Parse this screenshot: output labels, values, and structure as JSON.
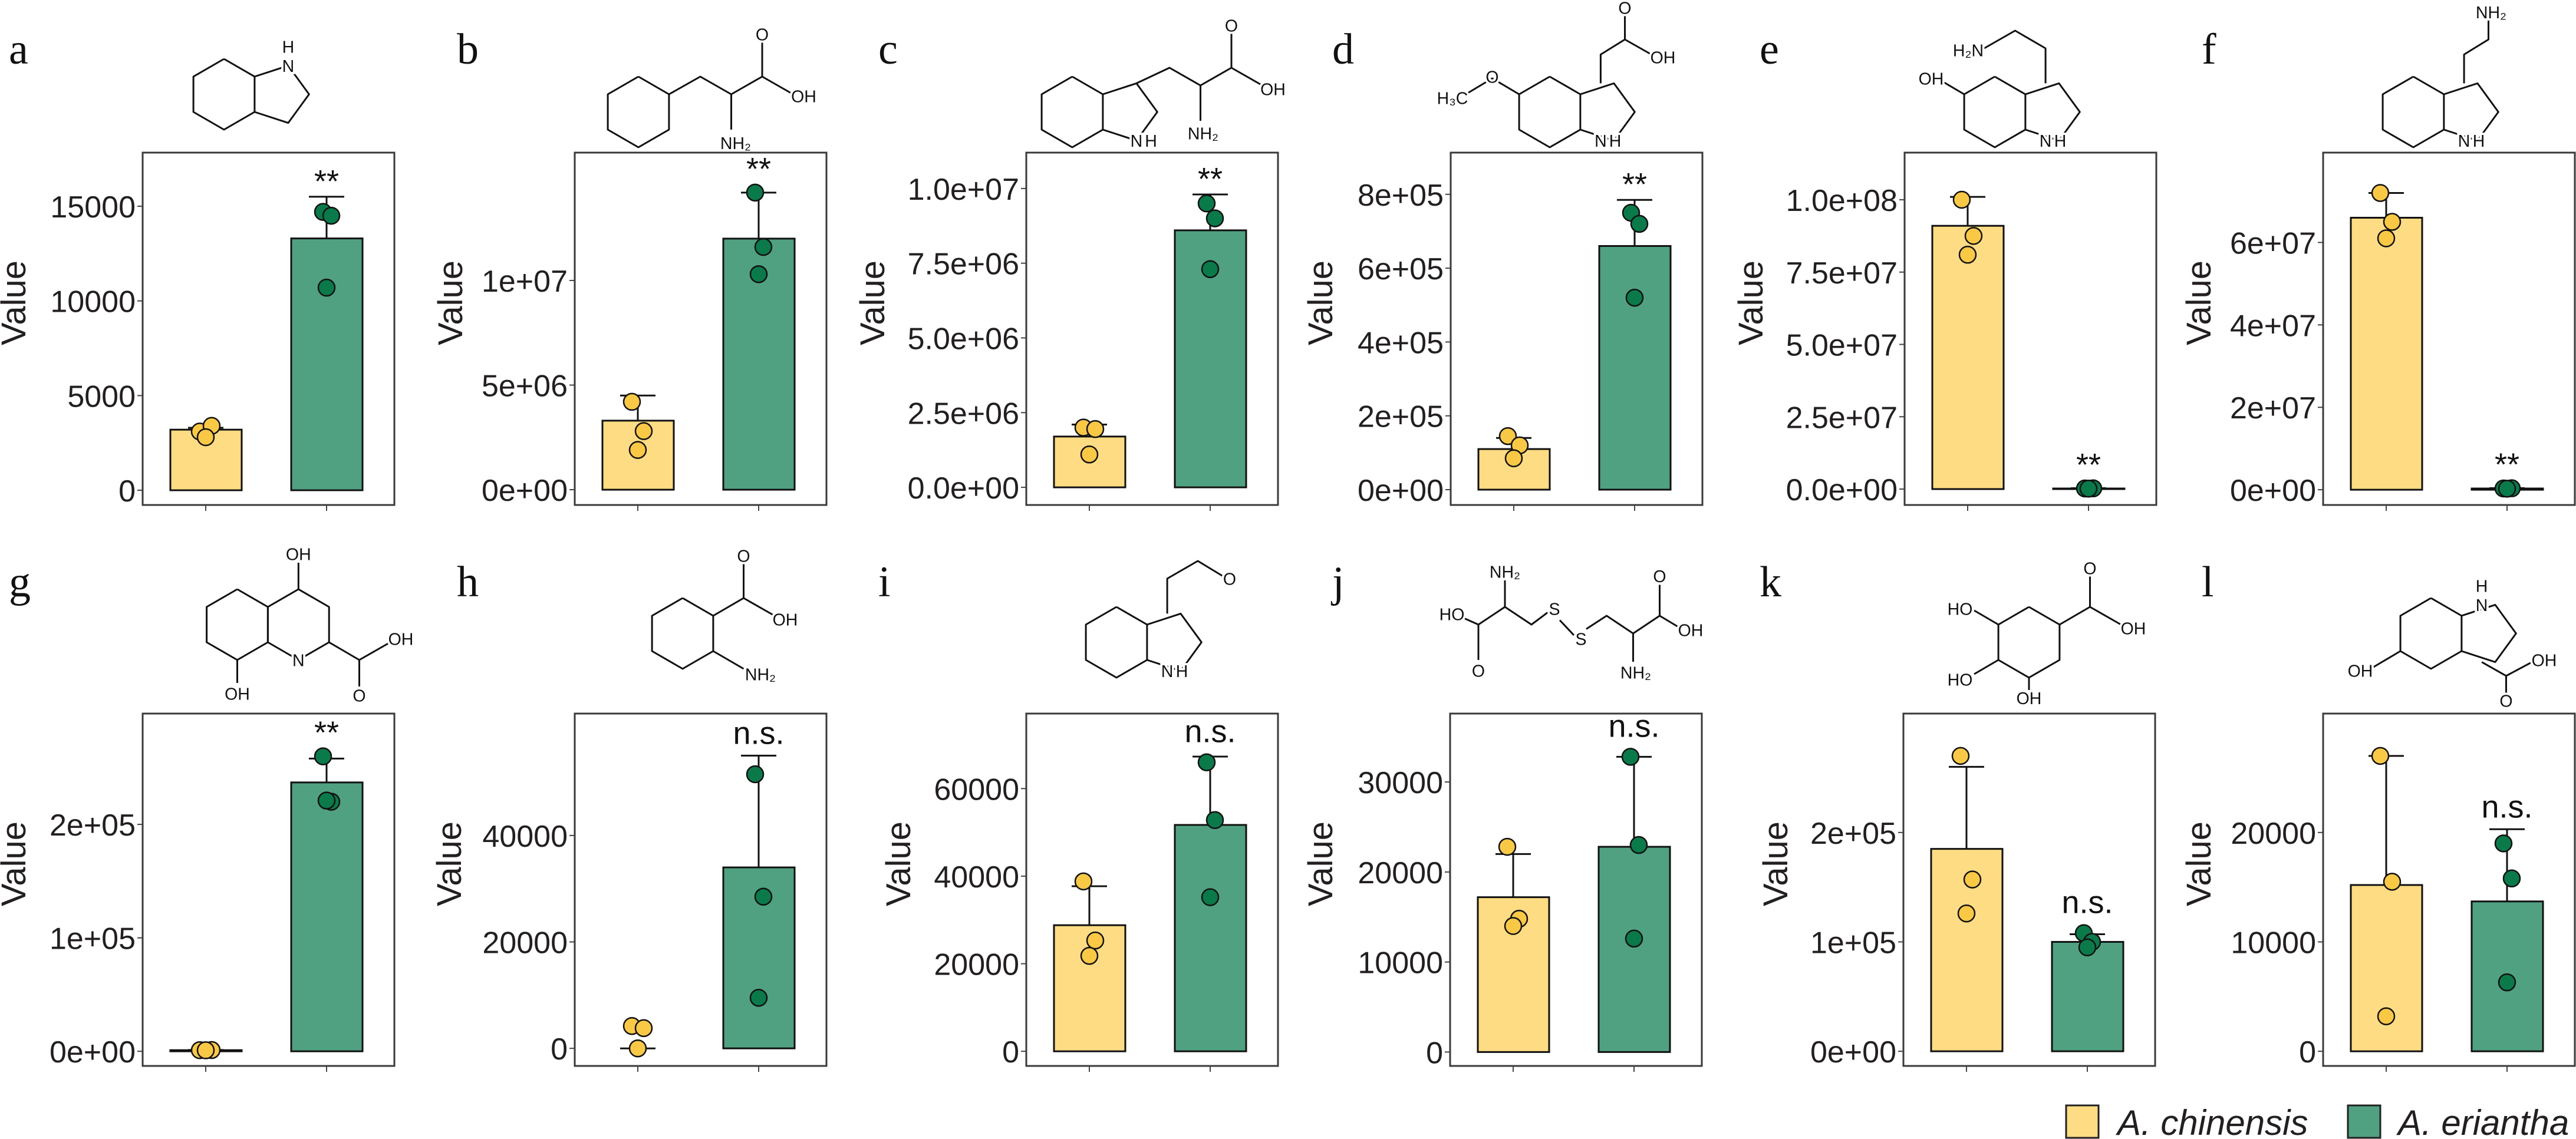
{
  "colors": {
    "chinensis_fill": "#FDDC83",
    "chinensis_point": "#F9C945",
    "eriantha_fill": "#4FA181",
    "eriantha_point": "#0B7A4A",
    "frame": "#3a3a3a"
  },
  "legend": {
    "items": [
      {
        "label": "A. chinensis",
        "color": "#FDDC83"
      },
      {
        "label": "A. eriantha",
        "color": "#4FA181"
      }
    ]
  },
  "chart_data": [
    {
      "panel": "a",
      "type": "bar",
      "ylabel": "Value",
      "categories": [
        "A. chinensis",
        "A. eriantha"
      ],
      "means": [
        3200,
        13300
      ],
      "points": [
        [
          3100,
          3400,
          2800
        ],
        [
          14700,
          14500,
          10700
        ]
      ],
      "error_upper": [
        3300,
        15500
      ],
      "ylim": [
        -778,
        17832
      ],
      "yticks": [
        0,
        5000,
        10000,
        15000
      ],
      "ytick_labels": [
        "0",
        "5000",
        "10000",
        "15000"
      ],
      "significance": "**",
      "structure_labels": [
        "N",
        "H"
      ]
    },
    {
      "panel": "b",
      "type": "bar",
      "ylabel": "Value",
      "categories": [
        "A. chinensis",
        "A. eriantha"
      ],
      "means": [
        3300000,
        12000000
      ],
      "points": [
        [
          4200000,
          2800000,
          1900000
        ],
        [
          14200000,
          11600000,
          10300000
        ]
      ],
      "error_upper": [
        4500000,
        14200000
      ],
      "ylim": [
        -730000,
        16110000
      ],
      "yticks": [
        0,
        5000000,
        10000000
      ],
      "ytick_labels": [
        "0e+00",
        "5e+06",
        "1e+07"
      ],
      "significance": "**",
      "structure_labels": [
        "O",
        "OH",
        "NH₂"
      ]
    },
    {
      "panel": "c",
      "type": "bar",
      "ylabel": "Value",
      "categories": [
        "A. chinensis",
        "A. eriantha"
      ],
      "means": [
        1700000,
        8600000
      ],
      "points": [
        [
          2000000,
          1950000,
          1100000
        ],
        [
          9500000,
          9000000,
          7300000
        ]
      ],
      "error_upper": [
        2100000,
        9800000
      ],
      "ylim": [
        -590000,
        11200000
      ],
      "yticks": [
        0,
        2500000,
        5000000,
        7500000,
        10000000
      ],
      "ytick_labels": [
        "0.0e+00",
        "2.5e+06",
        "5.0e+06",
        "7.5e+06",
        "1.0e+07"
      ],
      "significance": "**",
      "structure_labels": [
        "N",
        "H",
        "O",
        "OH",
        "NH₂"
      ]
    },
    {
      "panel": "d",
      "type": "bar",
      "ylabel": "Value",
      "categories": [
        "A. chinensis",
        "A. eriantha"
      ],
      "means": [
        110000,
        660000
      ],
      "points": [
        [
          145000,
          120000,
          85000
        ],
        [
          750000,
          720000,
          520000
        ]
      ],
      "error_upper": [
        140000,
        785000
      ],
      "ylim": [
        -41500,
        913000
      ],
      "yticks": [
        0,
        200000,
        400000,
        600000,
        800000
      ],
      "ytick_labels": [
        "0e+00",
        "2e+05",
        "4e+05",
        "6e+05",
        "8e+05"
      ],
      "significance": "**",
      "structure_labels": [
        "H₃C",
        "O",
        "O",
        "OH",
        "N",
        "H"
      ]
    },
    {
      "panel": "e",
      "type": "bar",
      "ylabel": "Value",
      "categories": [
        "A. chinensis",
        "A. eriantha"
      ],
      "means": [
        91000000,
        200000
      ],
      "points": [
        [
          100000000,
          87500000,
          81000000
        ],
        [
          200000,
          250000,
          150000
        ]
      ],
      "error_upper": [
        101000000,
        300000
      ],
      "ylim": [
        -5500000,
        116300000
      ],
      "yticks": [
        0,
        25000000,
        50000000,
        75000000,
        100000000
      ],
      "ytick_labels": [
        "0.0e+00",
        "2.5e+07",
        "5.0e+07",
        "7.5e+07",
        "1.0e+08"
      ],
      "significance": "**",
      "structure_labels": [
        "H₂N",
        "OH",
        "N",
        "H"
      ]
    },
    {
      "panel": "f",
      "type": "bar",
      "ylabel": "Value",
      "categories": [
        "A. chinensis",
        "A. eriantha"
      ],
      "means": [
        66000000,
        300000
      ],
      "points": [
        [
          72000000,
          65000000,
          61000000
        ],
        [
          300000,
          350000,
          250000
        ]
      ],
      "error_upper": [
        72000000,
        400000
      ],
      "ylim": [
        -3700000,
        81800000
      ],
      "yticks": [
        0,
        20000000,
        40000000,
        60000000
      ],
      "ytick_labels": [
        "0e+00",
        "2e+07",
        "4e+07",
        "6e+07"
      ],
      "significance": "**",
      "structure_labels": [
        "NH₂",
        "N",
        "H"
      ]
    },
    {
      "panel": "g",
      "type": "bar",
      "ylabel": "Value",
      "categories": [
        "A. chinensis",
        "A. eriantha"
      ],
      "means": [
        1000,
        237000
      ],
      "points": [
        [
          1000,
          1100,
          900
        ],
        [
          260000,
          220000,
          221000
        ]
      ],
      "error_upper": [
        1200,
        258000
      ],
      "ylim": [
        -12900,
        297700
      ],
      "yticks": [
        0,
        100000,
        200000
      ],
      "ytick_labels": [
        "0e+00",
        "1e+05",
        "2e+05"
      ],
      "significance": "**",
      "structure_labels": [
        "OH",
        "N",
        "OH",
        "O",
        "OH"
      ]
    },
    {
      "panel": "h",
      "type": "bar",
      "ylabel": "Value",
      "categories": [
        "A. chinensis",
        "A. eriantha"
      ],
      "means": [
        0,
        34000
      ],
      "points": [
        [
          4200,
          3800,
          0
        ],
        [
          51500,
          28500,
          9500
        ]
      ],
      "error_upper": [
        0,
        55000
      ],
      "ylim": [
        -3300,
        62900
      ],
      "yticks": [
        0,
        20000,
        40000
      ],
      "ytick_labels": [
        "0",
        "20000",
        "40000"
      ],
      "significance": "n.s.",
      "structure_labels": [
        "O",
        "OH",
        "NH₂"
      ]
    },
    {
      "panel": "i",
      "type": "bar",
      "ylabel": "Value",
      "categories": [
        "A. chinensis",
        "A. eriantha"
      ],
      "means": [
        28800,
        51700
      ],
      "points": [
        [
          38800,
          25300,
          21800
        ],
        [
          66000,
          52800,
          35200
        ]
      ],
      "error_upper": [
        37700,
        67300
      ],
      "ylim": [
        -3340,
        77130
      ],
      "yticks": [
        0,
        20000,
        40000,
        60000
      ],
      "ytick_labels": [
        "0",
        "20000",
        "40000",
        "60000"
      ],
      "significance": "n.s.",
      "structure_labels": [
        "O",
        "N",
        "H"
      ]
    },
    {
      "panel": "j",
      "type": "bar",
      "ylabel": "Value",
      "categories": [
        "A. chinensis",
        "A. eriantha"
      ],
      "means": [
        17200,
        22800
      ],
      "points": [
        [
          22800,
          14800,
          14000
        ],
        [
          32800,
          23000,
          12600
        ]
      ],
      "error_upper": [
        22000,
        32800
      ],
      "ylim": [
        -1545,
        37600
      ],
      "yticks": [
        0,
        10000,
        20000,
        30000
      ],
      "ytick_labels": [
        "0",
        "10000",
        "20000",
        "30000"
      ],
      "significance": "n.s.",
      "structure_labels": [
        "NH₂",
        "HO",
        "O",
        "S",
        "S",
        "O",
        "OH",
        "NH₂"
      ]
    },
    {
      "panel": "k",
      "type": "bar",
      "ylabel": "Value",
      "categories": [
        "A. chinensis",
        "A. eriantha"
      ],
      "means": [
        185000,
        100000
      ],
      "points": [
        [
          270000,
          157000,
          126000
        ],
        [
          108000,
          100000,
          95000
        ]
      ],
      "error_upper": [
        260000,
        107000
      ],
      "ylim": [
        -13400,
        308700
      ],
      "yticks": [
        0,
        100000,
        200000
      ],
      "ytick_labels": [
        "0e+00",
        "1e+05",
        "2e+05"
      ],
      "significance": "n.s.",
      "structure_labels": [
        "HO",
        "O",
        "OH",
        "HO",
        "OH"
      ]
    },
    {
      "panel": "l",
      "type": "bar",
      "ylabel": "Value",
      "categories": [
        "A. chinensis",
        "A. eriantha"
      ],
      "means": [
        15200,
        13700
      ],
      "points": [
        [
          27000,
          15500,
          3200
        ],
        [
          19000,
          15800,
          6300
        ]
      ],
      "error_upper": [
        27000,
        20300
      ],
      "ylim": [
        -1338,
        30870
      ],
      "yticks": [
        0,
        10000,
        20000
      ],
      "ytick_labels": [
        "0",
        "10000",
        "20000"
      ],
      "significance": "n.s.",
      "structure_labels": [
        "H",
        "N",
        "OH",
        "O",
        "OH"
      ]
    }
  ]
}
